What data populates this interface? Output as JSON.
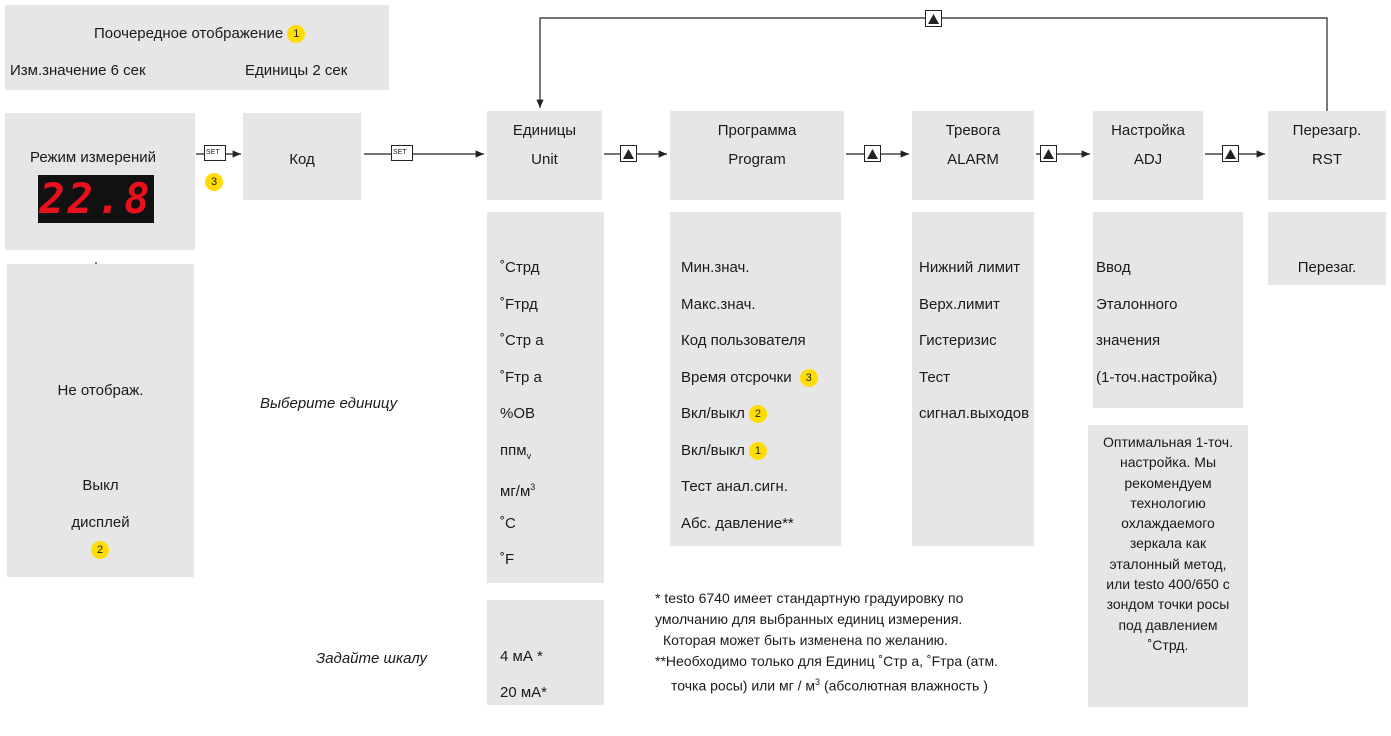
{
  "alternate": {
    "title": "Поочередное отображение",
    "badge": "1",
    "left": "Изм.значение 6 сек",
    "right": "Единицы 2 сек"
  },
  "measure": {
    "title": "Режим измерений",
    "display_value": "22.8",
    "set_label": "SET",
    "badge": "3"
  },
  "code": {
    "title": "Код",
    "set_label": "SET"
  },
  "nodisplay": {
    "title": "Не отображ.",
    "line1": "Выкл",
    "line2": "дисплей",
    "badge": "2"
  },
  "menu": {
    "units": {
      "line1": "Единицы",
      "line2": "Unit"
    },
    "program": {
      "line1": "Программа",
      "line2": "Program"
    },
    "alarm": {
      "line1": "Тревога",
      "line2": "ALARM"
    },
    "adj": {
      "line1": "Настройка",
      "line2": "ADJ"
    },
    "rst": {
      "line1": "Перезагр.",
      "line2": "RST"
    }
  },
  "units_list": [
    "˚Стрд",
    "˚Fтрд",
    "˚Стр а",
    "˚Fтр а",
    "%ОВ",
    "ппм",
    "мг/м",
    "˚C",
    "˚F"
  ],
  "units_sub_v": "v",
  "units_sup_3": "3",
  "choose_unit": "Выберите единицу",
  "set_scale": "Задайте шкалу",
  "scale": [
    "4 мА *",
    "20 мА*"
  ],
  "program_list": [
    "Мин.знач.",
    "Макс.знач.",
    "Код пользователя",
    "Время отсрочки",
    "Вкл/выкл",
    "Вкл/выкл",
    "Тест анал.сигн.",
    "Абс. давление**"
  ],
  "program_badges": [
    "3",
    "2",
    "1"
  ],
  "alarm_list": [
    "Нижний лимит",
    "Верх.лимит",
    "Гистеризис",
    "Тест",
    "сигнал.выходов"
  ],
  "adj_list": [
    "Ввод",
    "Эталонного",
    "значения",
    "(1-точ.настройка)"
  ],
  "adj_note": [
    "Оптимальная 1-точ.",
    "настройка. Мы",
    "рекомендуем",
    "технологию",
    "охлаждаемого",
    "зеркала как",
    "эталонный метод,",
    "или testo 400/650 с",
    "зондом точки росы",
    "под давлением",
    "˚Стрд."
  ],
  "rst_list": [
    "Перезаг."
  ],
  "footnote": {
    "line1": "* testo 6740 имеет стандартную градуировку по",
    "line2": "умолчанию для выбранных единиц измерения.",
    "line3": "Которая может быть изменена по желанию.",
    "line4": "**Необходимо только для Единиц ˚Стр а, ˚Fтра (атм.",
    "line5a": "точка росы) или мг / м",
    "line5sup": "3",
    "line5b": " (абсолютная влажность )"
  },
  "colors": {
    "box": "#e6e6e6",
    "badge": "#ffdd00",
    "display": "#e8101a"
  }
}
